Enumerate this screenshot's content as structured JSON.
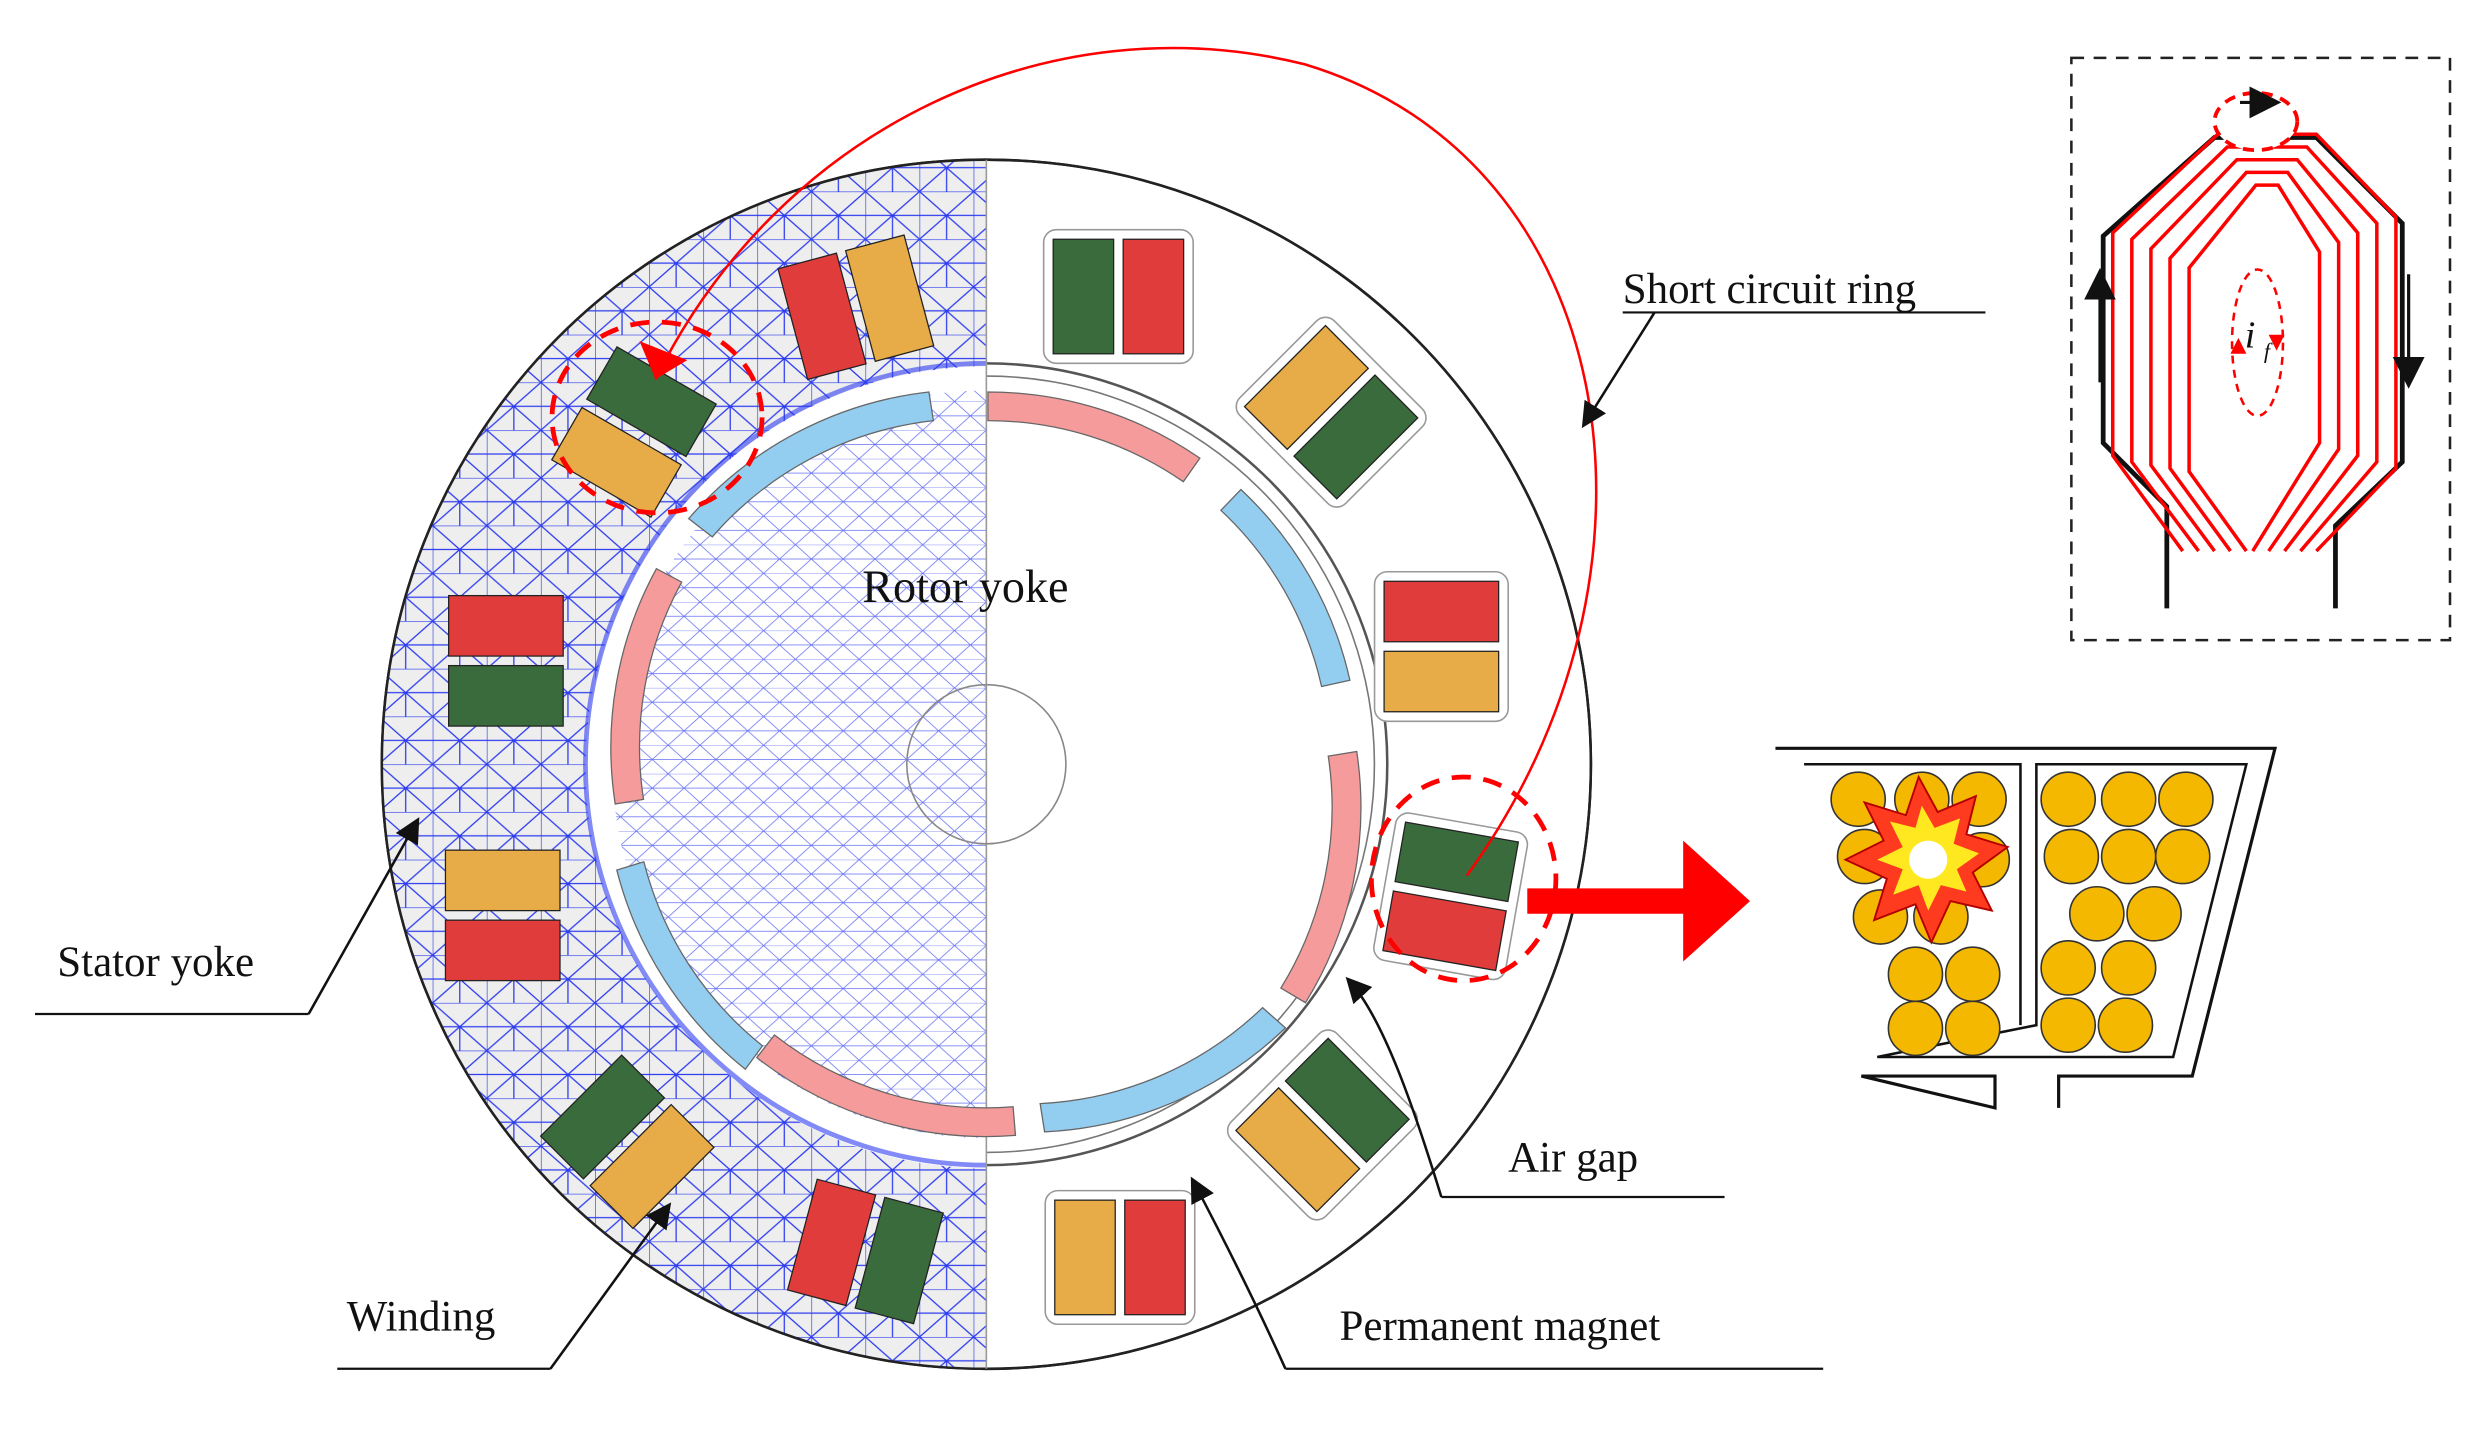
{
  "labels": {
    "short_circuit_ring": "Short circuit ring",
    "rotor_yoke": "Rotor yoke",
    "stator_yoke": "Stator yoke",
    "winding": "Winding",
    "air_gap": "Air gap",
    "permanent_magnet": "Permanent magnet",
    "fault_current": "i",
    "fault_current_subscript": "f"
  },
  "colors": {
    "winding_green": "#3a6b3c",
    "winding_red": "#e03c3c",
    "winding_orange": "#e7ac47",
    "magnet_pink": "#f59b9b",
    "magnet_blue": "#93cdef",
    "mesh_blue": "#2d3cf0",
    "fault_red": "#ff0000",
    "conductor_orange": "#f5b800"
  }
}
